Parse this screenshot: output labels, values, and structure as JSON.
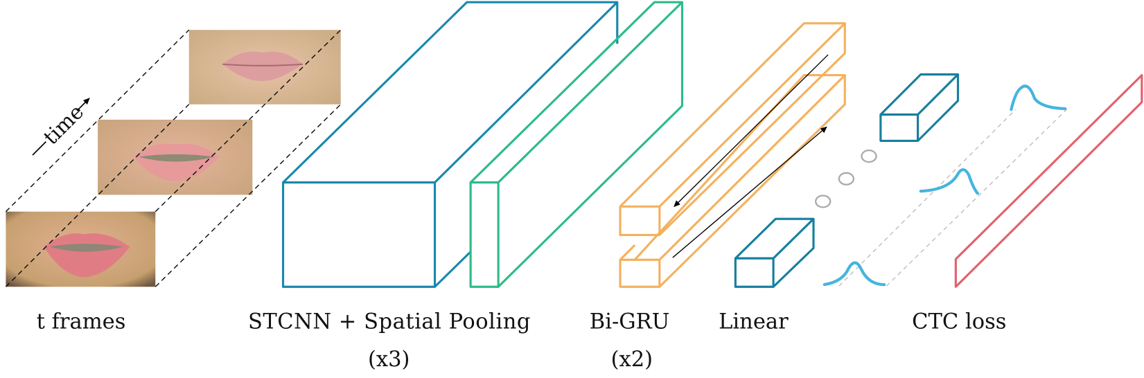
{
  "colors": {
    "stcnn": "#1a88ad",
    "pooling": "#2dbb88",
    "bigru": "#f4b15e",
    "linear": "#177f9f",
    "distribution": "#45b4df",
    "ctc": "#e3616c",
    "ellipsis": "#aaaaaa"
  },
  "input": {
    "time_label": "time",
    "frames_label": "t frames"
  },
  "layers": {
    "stcnn_label": "STCNN + Spatial Pooling",
    "stcnn_repeat": "(x3)",
    "bigru_label": "Bi-GRU",
    "bigru_repeat": "(x2)",
    "linear_label": "Linear",
    "ctc_label": "CTC loss"
  }
}
